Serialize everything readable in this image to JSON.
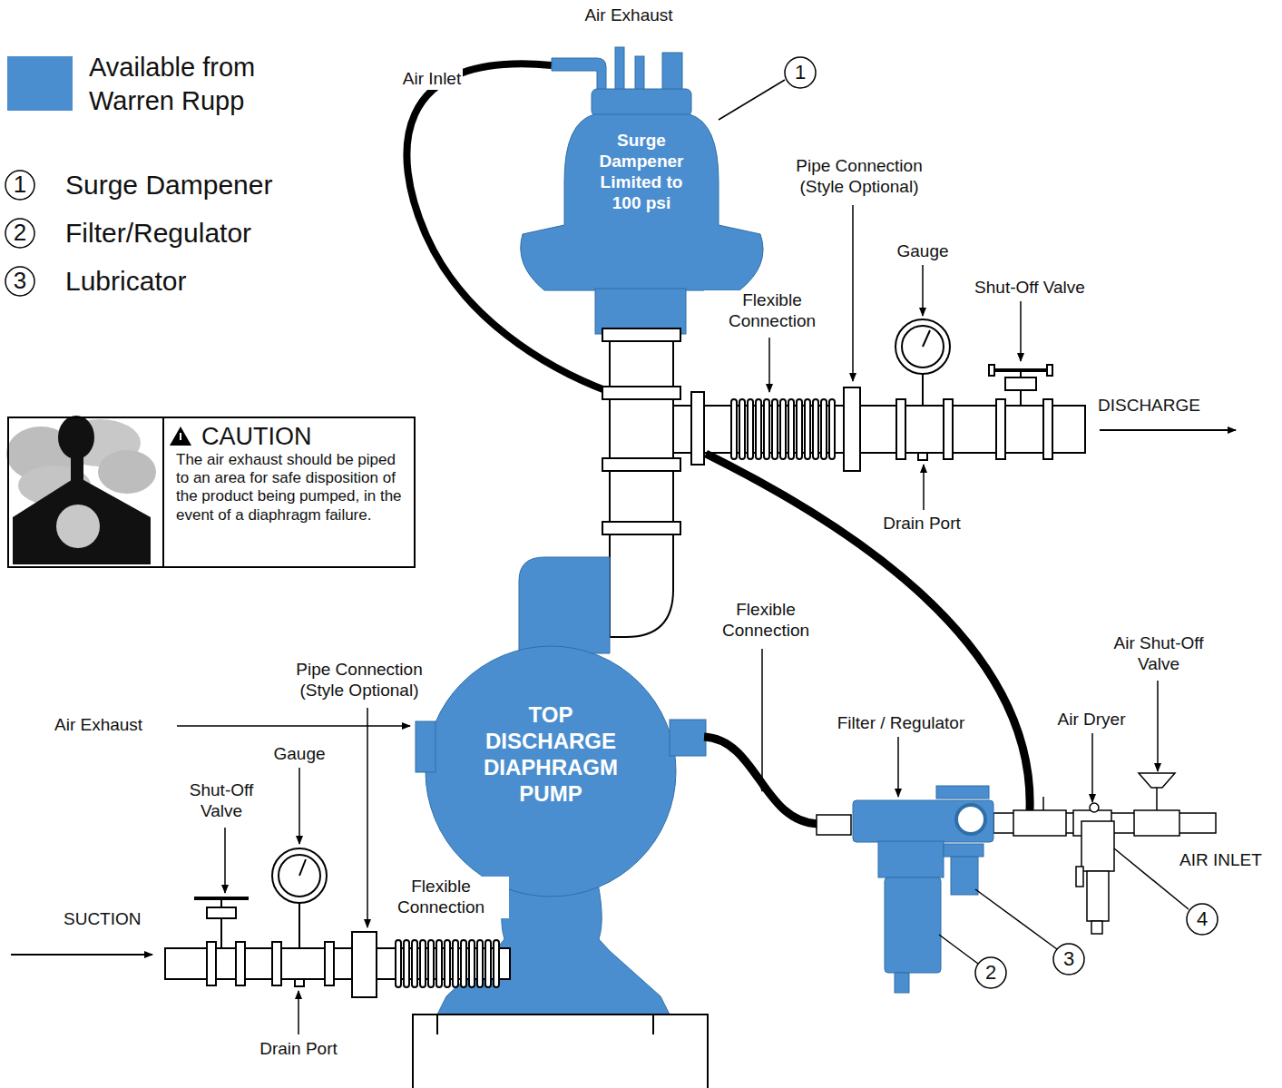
{
  "diagram": {
    "nodes": [
      {
        "text": [
          "Surge Dampener Limited to 100 psi"
        ]
      },
      {
        "text": [
          "CAUTION",
          "The air exhaust should be piped to an area for safe disposition of the product being pumped, in the event of a diaphragm failure."
        ]
      },
      {
        "text": [
          "TOP DISCHARGE DIAPHRAGM PUMP"
        ]
      }
    ],
    "labels": [
      "Air Exhaust",
      "Air Inlet",
      "1",
      "1",
      "Surge Dampener",
      "2",
      "Filter/Regulator",
      "3",
      "Lubricator",
      "Pipe Connection (Style Optional)",
      "Gauge",
      "Shut-Off Valve",
      "Flexible Connection",
      "DISCHARGE",
      "Drain Port",
      "Flexible Connection",
      "Air Shut-Off Valve",
      "Pipe Connection (Style Optional)",
      "Air Exhaust",
      "Filter / Regulator",
      "Air Dryer",
      "Gauge",
      "Shut-Off Valve",
      "AIR INLET",
      "Flexible Connection",
      "SUCTION",
      "4",
      "3",
      "2",
      "Drain Port"
    ],
    "legend": [
      {
        "text": "Available from Warren Rupp",
        "color": "#4b8ecf"
      }
    ]
  }
}
